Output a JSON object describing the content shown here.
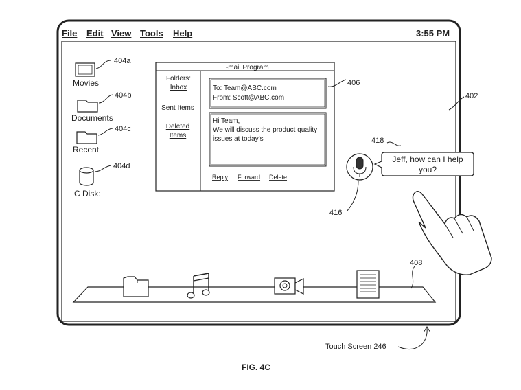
{
  "menu": {
    "items": [
      {
        "label": "File"
      },
      {
        "label": "Edit"
      },
      {
        "label": "View"
      },
      {
        "label": "Tools"
      },
      {
        "label": "Help"
      }
    ],
    "clock": "3:55 PM"
  },
  "screen_ref": "402",
  "desktop_icons": [
    {
      "label": "Movies",
      "ref": "404a",
      "icon": "monitor-icon"
    },
    {
      "label": "Documents",
      "ref": "404b",
      "icon": "folder-icon"
    },
    {
      "label": "Recent",
      "ref": "404c",
      "icon": "folder-icon"
    },
    {
      "label": "C Disk:",
      "ref": "404d",
      "icon": "disk-icon"
    }
  ],
  "email": {
    "title": "E-mail Program",
    "folders_heading": "Folders:",
    "folders": [
      {
        "label": "Inbox"
      },
      {
        "label": "Sent Items"
      },
      {
        "label": "Deleted"
      },
      {
        "label": "Items"
      }
    ],
    "to": "To: Team@ABC.com",
    "from": "From: Scott@ABC.com",
    "body": [
      "Hi Team,",
      "We will discuss the product quality",
      "issues at today's"
    ],
    "actions": [
      {
        "label": "Reply"
      },
      {
        "label": "Forward"
      },
      {
        "label": "Delete"
      }
    ],
    "ref": "406"
  },
  "assistant": {
    "message_line1": "Jeff, how can I help",
    "message_line2": "you?",
    "bubble_ref": "418",
    "mic_ref": "416"
  },
  "dock": {
    "ref": "408",
    "items": [
      {
        "icon": "folder-icon"
      },
      {
        "icon": "music-icon"
      },
      {
        "icon": "camera-icon"
      },
      {
        "icon": "document-icon"
      }
    ]
  },
  "device_label": "Touch Screen 246",
  "figure_caption": "FIG. 4C"
}
